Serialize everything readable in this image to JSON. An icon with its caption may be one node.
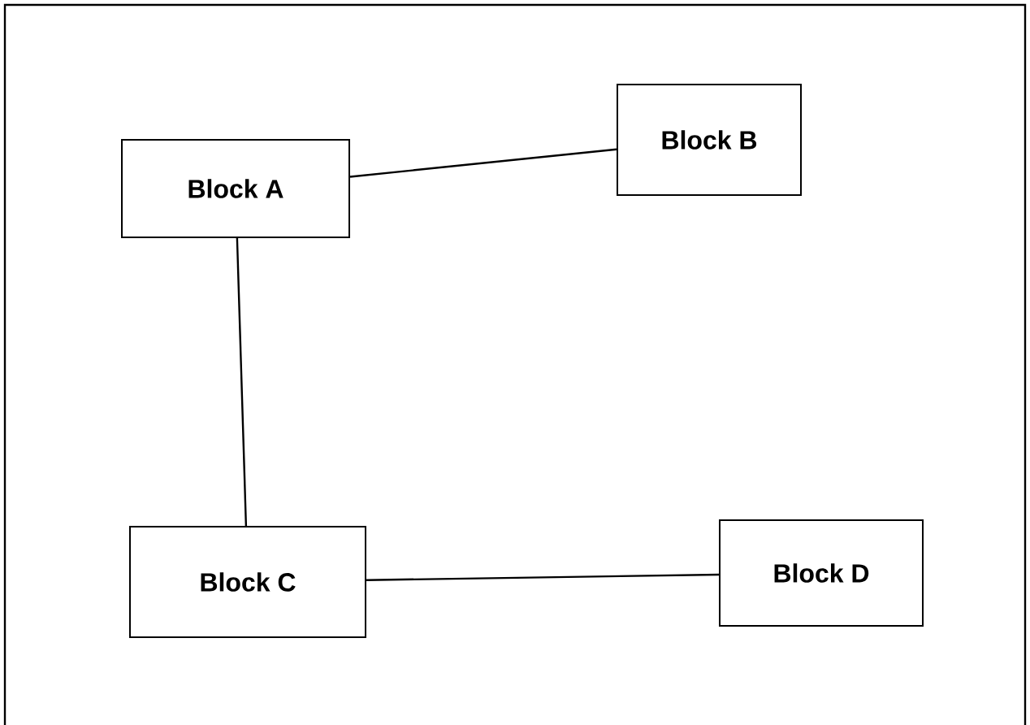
{
  "diagram": {
    "nodes": [
      {
        "text": [
          "Block A"
        ]
      },
      {
        "text": [
          "Block B"
        ]
      },
      {
        "text": [
          "Block C"
        ]
      },
      {
        "text": [
          "Block D"
        ]
      }
    ],
    "edges": [
      {
        "from": 0,
        "to": 1,
        "arrow": "none"
      },
      {
        "from": 0,
        "to": 2,
        "arrow": "none"
      },
      {
        "from": 2,
        "to": 3,
        "arrow": "none"
      }
    ]
  }
}
